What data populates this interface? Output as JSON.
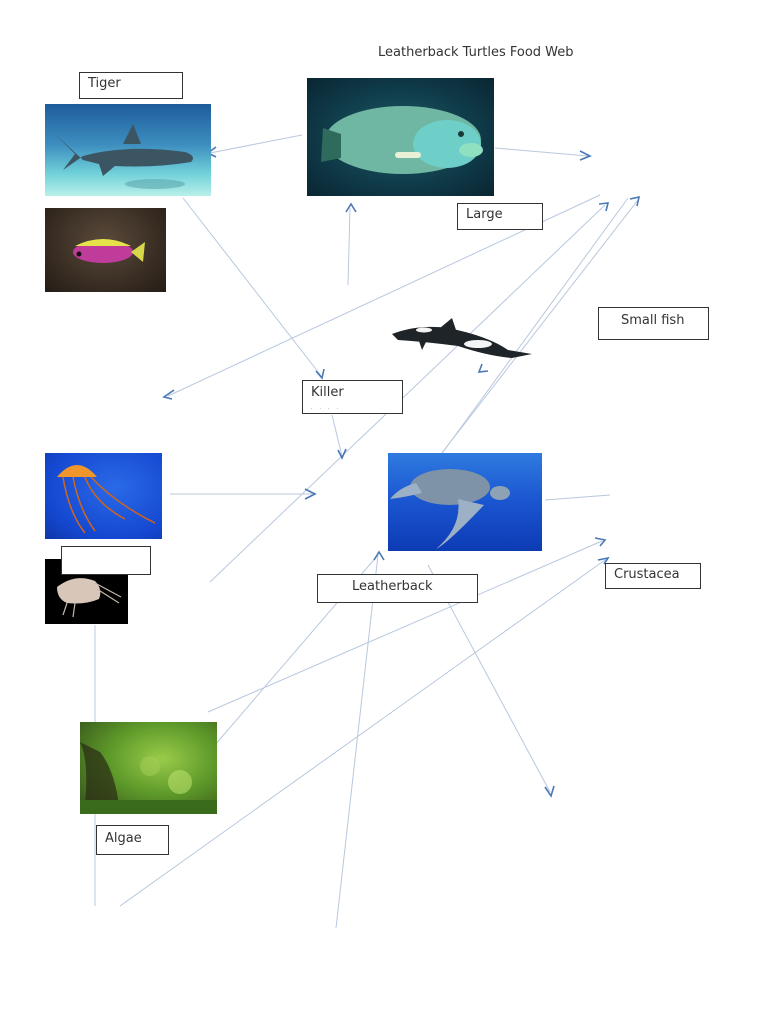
{
  "title": "Leatherback Turtles Food Web",
  "labels": {
    "tiger": "Tiger",
    "large": "Large",
    "small_fish": "Small fish",
    "killer": "Killer",
    "killer_sub": "Whale",
    "leatherback": "Leatherback",
    "crustacea": "Crustacea",
    "jellyfish_blank": "",
    "algae": "Algae"
  },
  "images": [
    {
      "name": "tiger-shark-photo",
      "subject": "Tiger shark"
    },
    {
      "name": "napoleon-wrasse-photo",
      "subject": "Large fish (humphead wrasse)"
    },
    {
      "name": "small-fish-photo",
      "subject": "Small pink and yellow fish"
    },
    {
      "name": "killer-whale-photo",
      "subject": "Killer whale (orca)"
    },
    {
      "name": "jellyfish-photo",
      "subject": "Jellyfish"
    },
    {
      "name": "leatherback-turtle-photo",
      "subject": "Leatherback turtle"
    },
    {
      "name": "crustacean-photo",
      "subject": "Crustacean (amphipod)"
    },
    {
      "name": "algae-photo",
      "subject": "Algae"
    }
  ],
  "colors": {
    "arrow": "#4a78b5",
    "line": "#b8c8de",
    "label_border": "#333333"
  }
}
